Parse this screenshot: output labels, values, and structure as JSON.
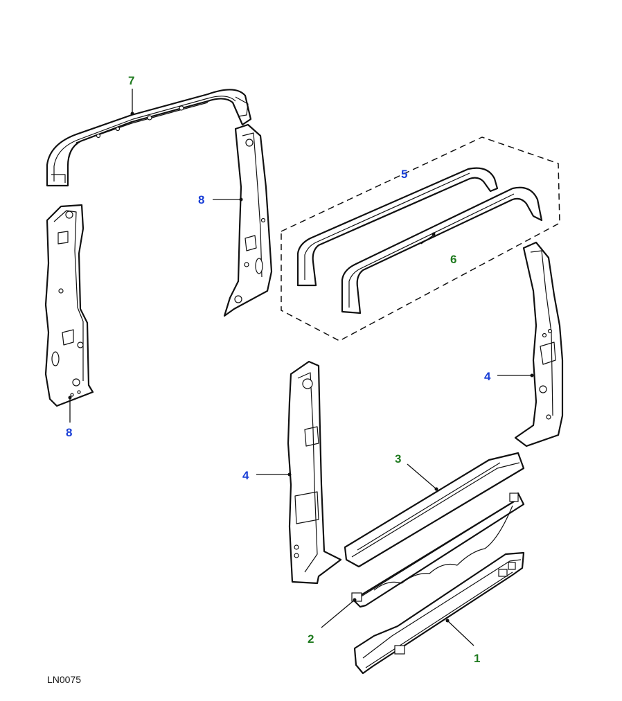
{
  "diagram": {
    "reference_code": "LN0075",
    "callouts": [
      {
        "key": "c1",
        "number": "1",
        "color": "#1f7a1f"
      },
      {
        "key": "c2",
        "number": "2",
        "color": "#1f7a1f"
      },
      {
        "key": "c3",
        "number": "3",
        "color": "#1f7a1f"
      },
      {
        "key": "c4a",
        "number": "4",
        "color": "#1a3fd6"
      },
      {
        "key": "c4b",
        "number": "4",
        "color": "#1a3fd6"
      },
      {
        "key": "c5",
        "number": "5",
        "color": "#1a3fd6"
      },
      {
        "key": "c6",
        "number": "6",
        "color": "#1f7a1f"
      },
      {
        "key": "c7",
        "number": "7",
        "color": "#1f7a1f"
      },
      {
        "key": "c8a",
        "number": "8",
        "color": "#1a3fd6"
      },
      {
        "key": "c8b",
        "number": "8",
        "color": "#1a3fd6"
      }
    ]
  }
}
